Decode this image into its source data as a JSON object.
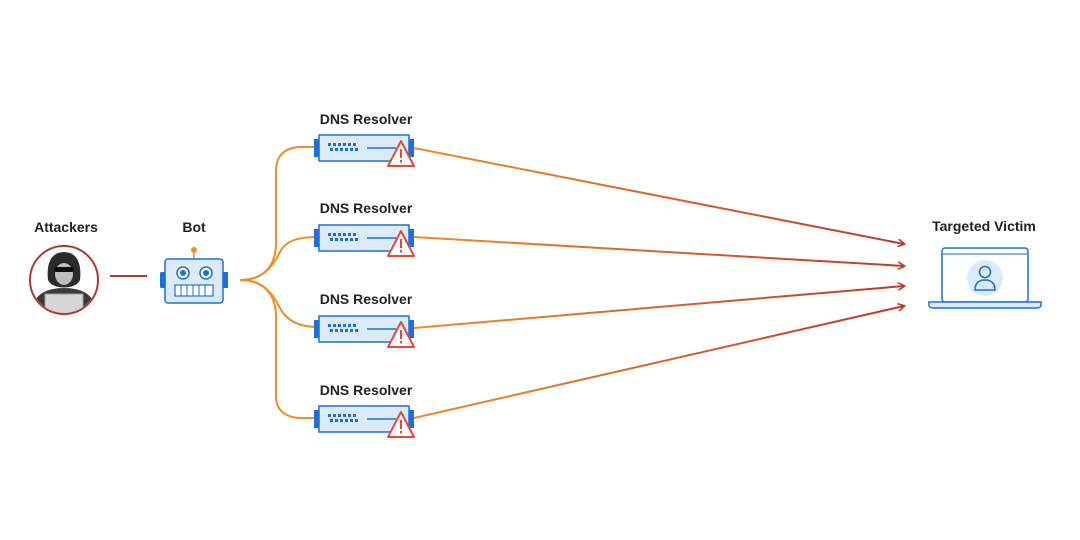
{
  "labels": {
    "attackers": "Attackers",
    "bot": "Bot",
    "resolver_1": "DNS Resolver",
    "resolver_2": "DNS Resolver",
    "resolver_3": "DNS Resolver",
    "resolver_4": "DNS Resolver",
    "victim": "Targeted Victim"
  },
  "icons": {
    "attacker": "hooded-hacker-icon",
    "bot": "robot-icon",
    "resolver": "server-icon",
    "warning": "warning-triangle-icon",
    "victim": "laptop-user-icon"
  },
  "colors": {
    "orange": "#F28C28",
    "red_arrow": "#C0392B",
    "attacker_ring": "#B03A2E",
    "blue": "#1E6FD9",
    "light_blue": "#DCEBFA",
    "warning_red": "#E8473C"
  }
}
